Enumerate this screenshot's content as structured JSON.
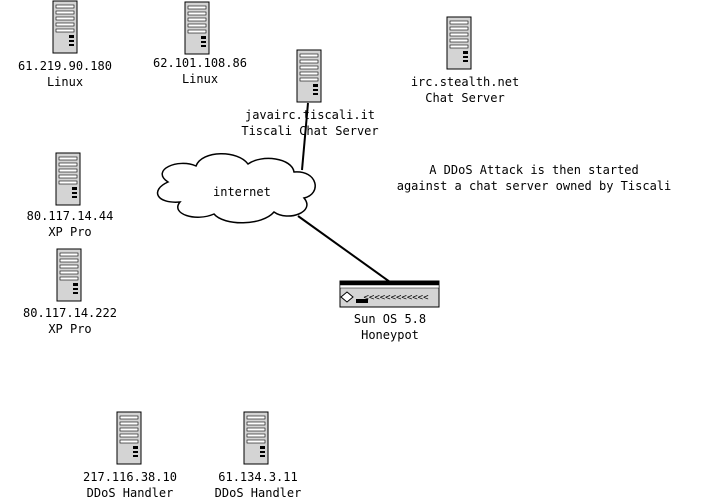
{
  "nodes": {
    "linux1": {
      "ip": "61.219.90.180",
      "role": "Linux"
    },
    "linux2": {
      "ip": "62.101.108.86",
      "role": "Linux"
    },
    "tiscali": {
      "ip": "javairc.tiscali.it",
      "role": "Tiscali Chat Server"
    },
    "stealth": {
      "ip": "irc.stealth.net",
      "role": "Chat Server"
    },
    "xp1": {
      "ip": "80.117.14.44",
      "role": "XP Pro"
    },
    "xp2": {
      "ip": "80.117.14.222",
      "role": "XP Pro"
    },
    "honeypot": {
      "ip": "Sun OS 5.8",
      "role": "Honeypot"
    },
    "handler1": {
      "ip": "217.116.38.10",
      "role": "DDoS Handler"
    },
    "handler2": {
      "ip": "61.134.3.11",
      "role": "DDoS Handler"
    }
  },
  "cloud": {
    "label": "internet"
  },
  "note": {
    "line1": "A DDoS Attack is then started",
    "line2": "against a chat server owned by Tiscali"
  },
  "icons": {
    "server": "server-tower-icon",
    "honeypot": "network-appliance-icon",
    "cloud": "cloud-icon"
  }
}
